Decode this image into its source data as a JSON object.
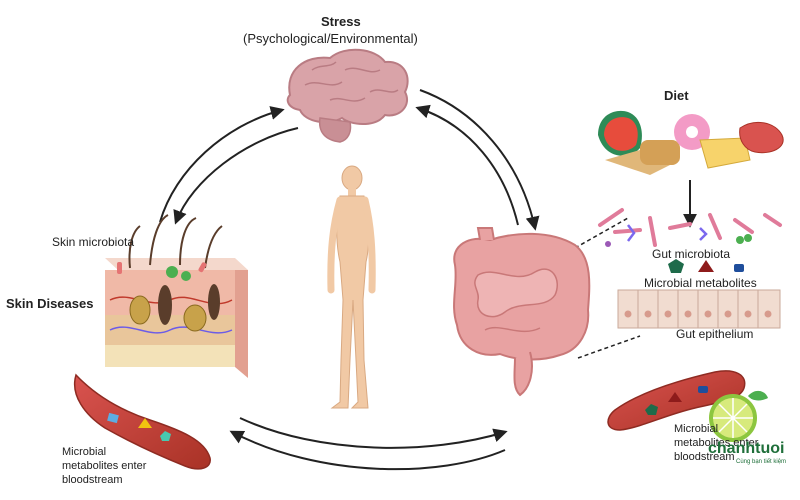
{
  "stress": {
    "title": "Stress",
    "subtitle": "(Psychological/Environmental)"
  },
  "diet": {
    "title": "Diet"
  },
  "skin": {
    "microbiota_label": "Skin microbiota",
    "diseases_label": "Skin Diseases",
    "metabolites_line1": "Microbial",
    "metabolites_line2": "metabolites enter",
    "metabolites_line3": "bloodstream"
  },
  "gut": {
    "microbiota_label": "Gut microbiota",
    "metabolites_label": "Microbial metabolites",
    "epithelium_label": "Gut epithelium",
    "blood_line1": "Microbial",
    "blood_line2": "metabolites enter",
    "blood_line3": "bloodstream"
  },
  "watermark": {
    "brand": "chanhtuoi",
    "tagline": "Cùng bạn tiết kiệm"
  },
  "colors": {
    "brain": "#d9a3a8",
    "brain_dark": "#b97c83",
    "intestine": "#e8a2a2",
    "intestine_dark": "#c97878",
    "body": "#f1c9a5",
    "blood_vessel": "#c0392b",
    "arrow": "#222222",
    "epithelium": "#f1dcd0",
    "watermark_green": "#8cc63f",
    "watermark_dark": "#1f6f3a"
  }
}
